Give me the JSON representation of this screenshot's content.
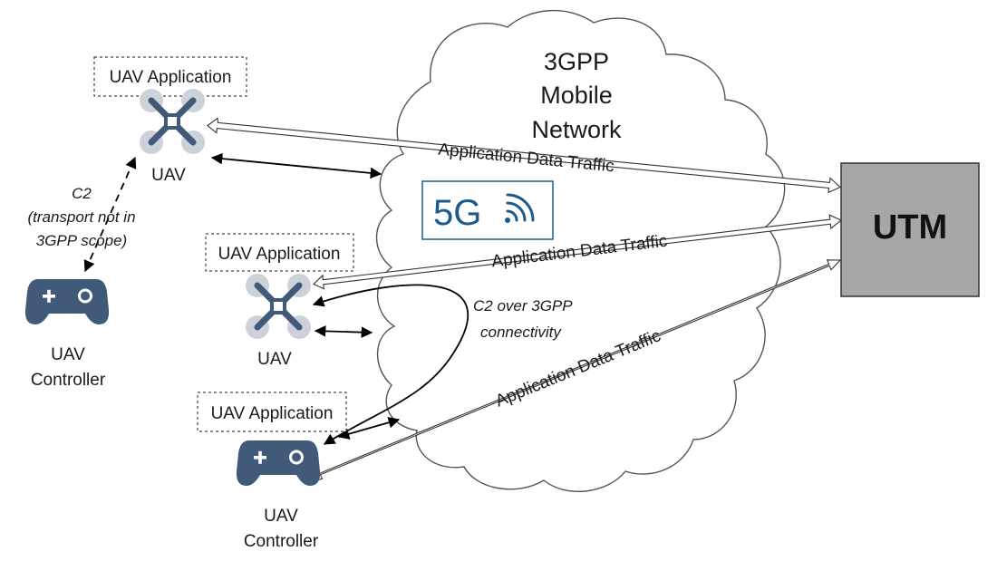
{
  "cloud": {
    "line1": "3GPP",
    "line2": "Mobile",
    "line3": "Network"
  },
  "fiveg_badge": {
    "text": "5G",
    "icon": "wifi-signal-icon"
  },
  "utm": {
    "label": "UTM",
    "fill": "#a6a6a6"
  },
  "uav_top": {
    "app_label": "UAV Application",
    "label": "UAV"
  },
  "uav_mid": {
    "app_label": "UAV Application",
    "label": "UAV"
  },
  "controller_bottom": {
    "app_label": "UAV Application",
    "line1": "UAV",
    "line2": "Controller"
  },
  "controller_left": {
    "line1": "UAV",
    "line2": "Controller"
  },
  "c2_direct": {
    "line1": "C2",
    "line2": "(transport not in",
    "line3": "3GPP scope)"
  },
  "c2_3gpp": {
    "line1": "C2 over 3GPP",
    "line2": "connectivity"
  },
  "traffic": {
    "top": "Application Data Traffic",
    "mid": "Application Data Traffic",
    "bottom": "Application Data Traffic"
  },
  "colors": {
    "icon": "#415a7a",
    "drone_rotor": "#cdd2da",
    "fiveg": "#1c5a8c"
  }
}
